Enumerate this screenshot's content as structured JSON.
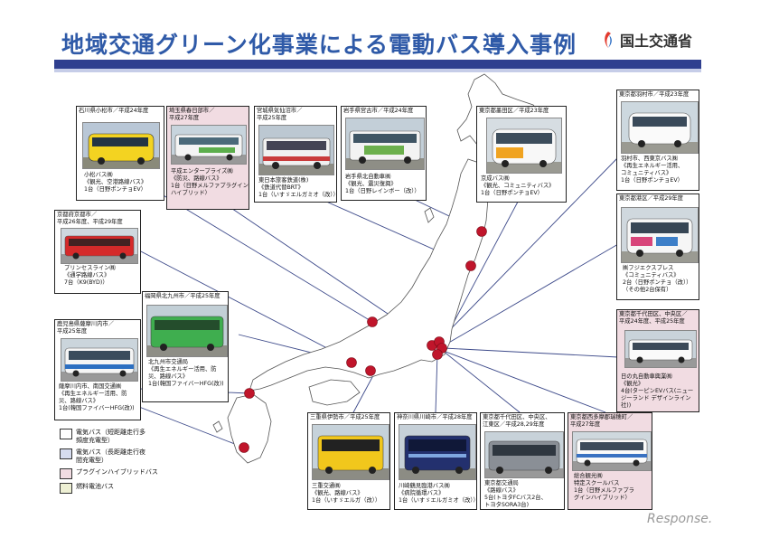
{
  "header": {
    "title": "地域交通グリーン化事業による電動バス導入事例",
    "org": "国土交通省"
  },
  "colors": {
    "title": "#2f5aa8",
    "bar": "#2f3f8f",
    "marker": "#c0152b",
    "pink": "#f1dce2",
    "lilac": "#d6dcef",
    "cream": "#eef0d4"
  },
  "cards": [
    {
      "id": "komatsu",
      "head": "石川県小松市／平成24年度",
      "body": "小松バス㈱\n《観光、空港路線バス》\n1台（日野ポンチョEV）",
      "bus": "yellow"
    },
    {
      "id": "kasukabe",
      "head": "埼玉県春日部市／\n平成27年度",
      "body": "平成エンタープライズ㈱\n《防災、路線バス》\n1台（日野メルファプラグイン\nハイブリッド）",
      "bus": "white-green"
    },
    {
      "id": "kesennuma",
      "head": "宮城県気仙沼市／\n平成25年度",
      "body": "東日本旅客鉄道(株)\n《鉄道代替BRT》\n1台（いすゞエルガミオ（改））",
      "bus": "white-red"
    },
    {
      "id": "miyako",
      "head": "岩手県宮古市／平成24年度",
      "body": "岩手県北自動車㈱\n《観光、震災復興》\n1台（日野レインボー（改））",
      "bus": "white-green"
    },
    {
      "id": "sumida",
      "head": "東京都墨田区／平成23年度",
      "body": "京成バス㈱\n《観光、コミュニティバス》\n1台（日野ポンチョEV）",
      "bus": "white-orange"
    },
    {
      "id": "hamura",
      "head": "東京都羽村市／平成23年度",
      "body": "羽村市、西東京バス㈱\n《再生エネルギー活用、\nコミュニティバス》\n1台（日野ポンチョEV）",
      "bus": "white"
    },
    {
      "id": "minato",
      "head": "東京都港区／平成29年度",
      "body": "㈱フジエクスプレス\n《コミュニティバス》\n2台（日野ポンチョ（改））\n（その他2台保有）",
      "bus": "white-blue"
    },
    {
      "id": "chiyoda1",
      "head": "東京都千代田区、中央区／\n平成24年度、平成25年度",
      "body": "日の丸自動車興業㈱\n《観光》\n4台(ターピンEVバス(ニュー\nジーランド デザインライン社))",
      "bus": "white"
    },
    {
      "id": "kyoto",
      "head": "京都府京都市／\n平成26年度、平成29年度",
      "body": "プリンセスライン㈱\n《通学路線バス》\n7台（K9(BYD)）",
      "bus": "red"
    },
    {
      "id": "kitakyushu",
      "head": "福岡県北九州市／平成25年度",
      "body": "北九州市交通局\n《再生エネルギー活用、防\n災、路線バス》\n1台(韓国ファイバーHFG(改))",
      "bus": "green"
    },
    {
      "id": "satsuma",
      "head": "鹿児島県薩摩川内市／\n平成25年度",
      "body": "薩摩川内市、南国交通㈱\n《再生エネルギー活用、防\n災、路線バス》\n1台(韓国ファイバーHFG(改))",
      "bus": "white-blue"
    },
    {
      "id": "ise",
      "head": "三重県伊勢市／平成25年度",
      "body": "三重交通㈱\n《観光、路線バス》\n1台（いすゞエルガ（改））",
      "bus": "yellow-black"
    },
    {
      "id": "kawasaki",
      "head": "神奈川県川崎市／平成28年度",
      "body": "川崎鶴見臨港バス㈱\n《病院循環バス》\n1台（いすゞエルガミオ（改））",
      "bus": "navy"
    },
    {
      "id": "chiyoda2",
      "head": "東京都千代田区、中央区、\n江東区／平成28,29年度",
      "body": "東京都交通局\n《路線バス》\n5台(トヨタFCバス2台、\nトヨタSORA3台)",
      "bus": "grey"
    },
    {
      "id": "tama",
      "head": "東京都西多摩郡瑞穂町／\n平成27年度",
      "body": "総合観光㈱\n特定スクールバス\n1台（日野メルファプラ\nグインハイブリッド）",
      "bus": "white-blue"
    }
  ],
  "legend": [
    {
      "label": "電気バス（短距離走行多\n頻度充電型）",
      "color": "#ffffff"
    },
    {
      "label": "電気バス（長距離走行夜\n間充電型）",
      "color": "#d6dcef"
    },
    {
      "label": "プラグインハイブリッドバス",
      "color": "#f1dce2"
    },
    {
      "label": "燃料電池バス",
      "color": "#eef0d4"
    }
  ],
  "watermark": "Response."
}
